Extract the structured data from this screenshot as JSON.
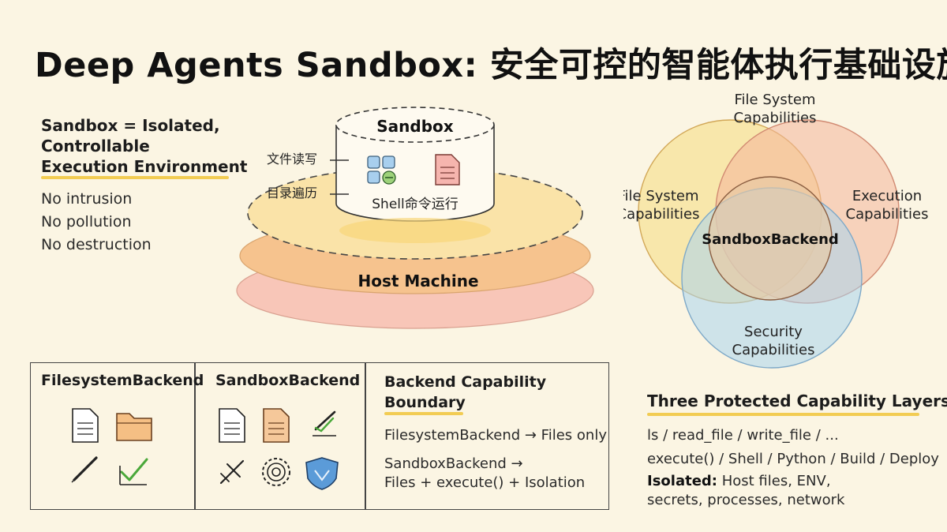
{
  "title": "Deep Agents Sandbox: 安全可控的智能体执行基础设施",
  "intro": {
    "heading_lines": [
      "Sandbox = Isolated,",
      "Controllable",
      "Execution Environment"
    ],
    "items": [
      "No intrusion",
      "No pollution",
      "No destruction"
    ]
  },
  "diagram": {
    "sandbox_label": "Sandbox",
    "host_label": "Host Machine",
    "annotation_file_rw": "文件读写",
    "annotation_dir": "目录遍历",
    "shell_label": "Shell命令运行",
    "icons": [
      "grid-apps-icon",
      "document-icon"
    ]
  },
  "venn": {
    "top_label": [
      "File System",
      "Capabilities"
    ],
    "left_label": [
      "File System",
      "Capabilities"
    ],
    "right_label": [
      "Execution",
      "Capabilities"
    ],
    "bottom_label": [
      "Security",
      "Capabilities"
    ],
    "center_label": "SandboxBackend",
    "colors": {
      "left": "#f6dd86",
      "right": "#f4b49a",
      "bottom": "#a9d3ee",
      "center": "#e8c9a4"
    }
  },
  "backends": {
    "filesystem": {
      "title": "FilesystemBackend",
      "icons": [
        "document-icon",
        "folder-icon",
        "pencil-icon",
        "checkmark-icon"
      ]
    },
    "sandbox": {
      "title": "SandboxBackend",
      "icons": [
        "document-icon",
        "document-lines-icon",
        "pencil-check-icon",
        "airplane-icon",
        "gear-icon",
        "shield-icon"
      ]
    },
    "boundary": {
      "title_lines": [
        "Backend Capability",
        "Boundary"
      ],
      "line1": "FilesystemBackend → Files only",
      "line2": "SandboxBackend →",
      "line3": "Files + execute() + Isolation"
    }
  },
  "layers": {
    "title": "Three Protected Capability Layers",
    "line1": "ls / read_file / write_file / ...",
    "line2": "execute() / Shell / Python / Build / Deploy",
    "line3_strong": "Isolated:",
    "line3_rest": " Host files, ENV,",
    "line4": "secrets, processes, network"
  }
}
